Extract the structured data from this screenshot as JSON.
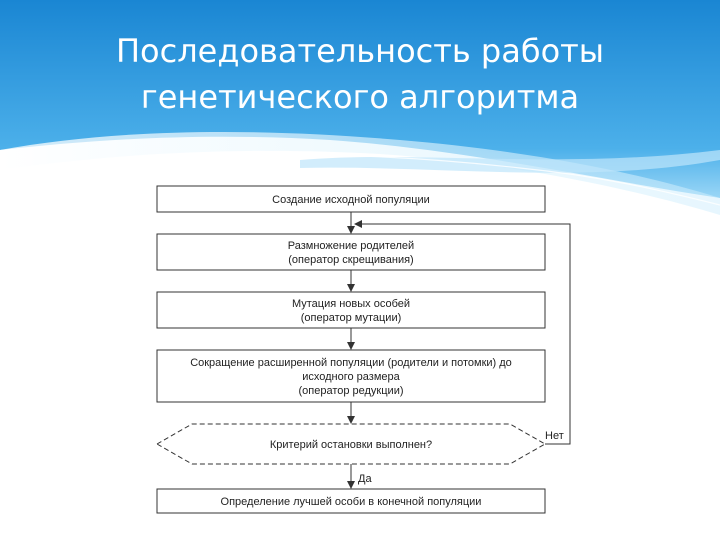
{
  "title": {
    "line1": "Последовательность работы",
    "line2": "генетического алгоритма"
  },
  "flowchart": {
    "step_create": "Создание исходной популяции",
    "step_breed_l1": "Размножение родителей",
    "step_breed_l2": "(оператор скрещивания)",
    "step_mutate_l1": "Мутация новых особей",
    "step_mutate_l2": "(оператор мутации)",
    "step_reduce_l1": "Сокращение расширенной популяции (родители и потомки) до",
    "step_reduce_l2": "исходного размера",
    "step_reduce_l3": "(оператор редукции)",
    "decision": "Критерий остановки выполнен?",
    "label_no": "Нет",
    "label_yes": "Да",
    "step_final": "Определение лучшей особи в конечной популяции"
  },
  "colors": {
    "header_top": "#1e8fd8",
    "header_bottom": "#8fd0f5",
    "box_stroke": "#333333"
  }
}
